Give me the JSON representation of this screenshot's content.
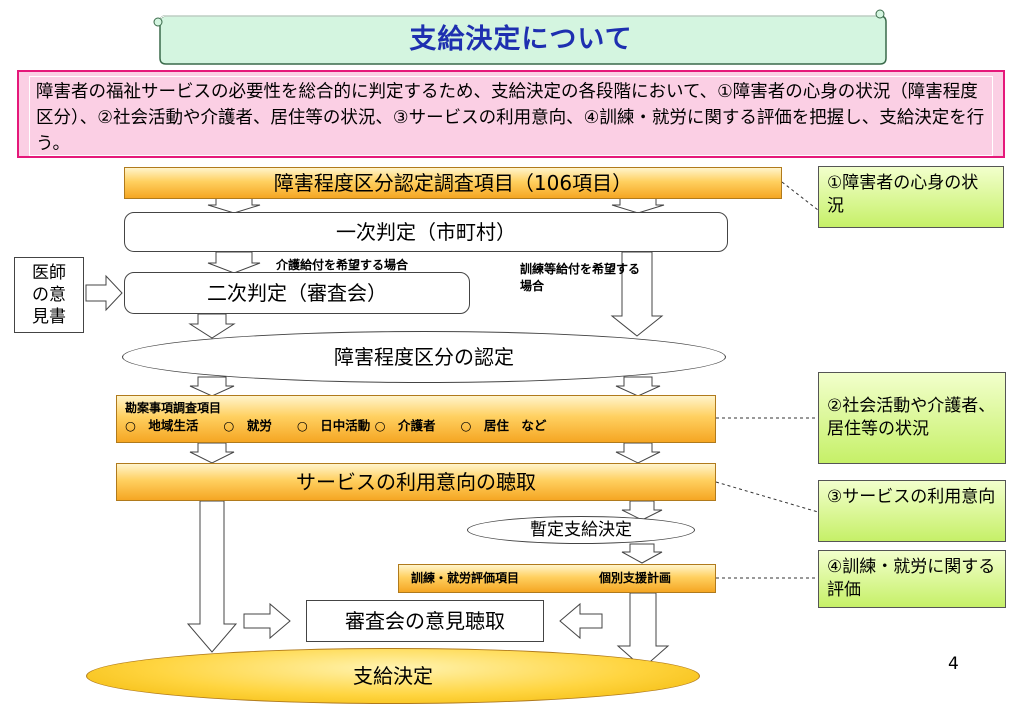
{
  "title": "支給決定について",
  "intro": "障害者の福祉サービスの必要性を総合的に判定するため、支給決定の各段階において、①障害者の心身の状況（障害程度区分）、②社会活動や介護者、居住等の状況、③サービスの利用意向、④訓練・就労に関する評価を把握し、支給決定を行う。",
  "flow": {
    "survey": "障害程度区分認定調査項目（106項目）",
    "primary": "一次判定（市町村）",
    "care_branch": "介護給付を希望する場合",
    "training_branch": "訓練等給付を希望する場合",
    "doctor": "医師の意見書",
    "doctor_lines": [
      "医師",
      "の意",
      "見書"
    ],
    "secondary": "二次判定（審査会）",
    "recognition": "障害程度区分の認定",
    "consideration_title": "勘案事項調査項目",
    "consideration_items": "○　地域生活　　○　就労　　○　日中活動 ○　介護者　　○　居住　など",
    "hearing": "サービスの利用意向の聴取",
    "temporary": "暫定支給決定",
    "eval_items": "訓練・就労評価項目",
    "individual_plan": "個別支援計画",
    "committee": "審査会の意見聴取",
    "final": "支給決定"
  },
  "notes": [
    "①障害者の心身の状況",
    "②社会活動や介護者、居住等の状況",
    "③サービスの利用意向",
    "④訓練・就労に関する評価"
  ],
  "page_number": "4",
  "colors": {
    "title_text": "#1e2fb0",
    "intro_bg": "#fbcfe4",
    "intro_border": "#e5187a",
    "gold": "#ffd060",
    "note_green": "#c6f068"
  }
}
